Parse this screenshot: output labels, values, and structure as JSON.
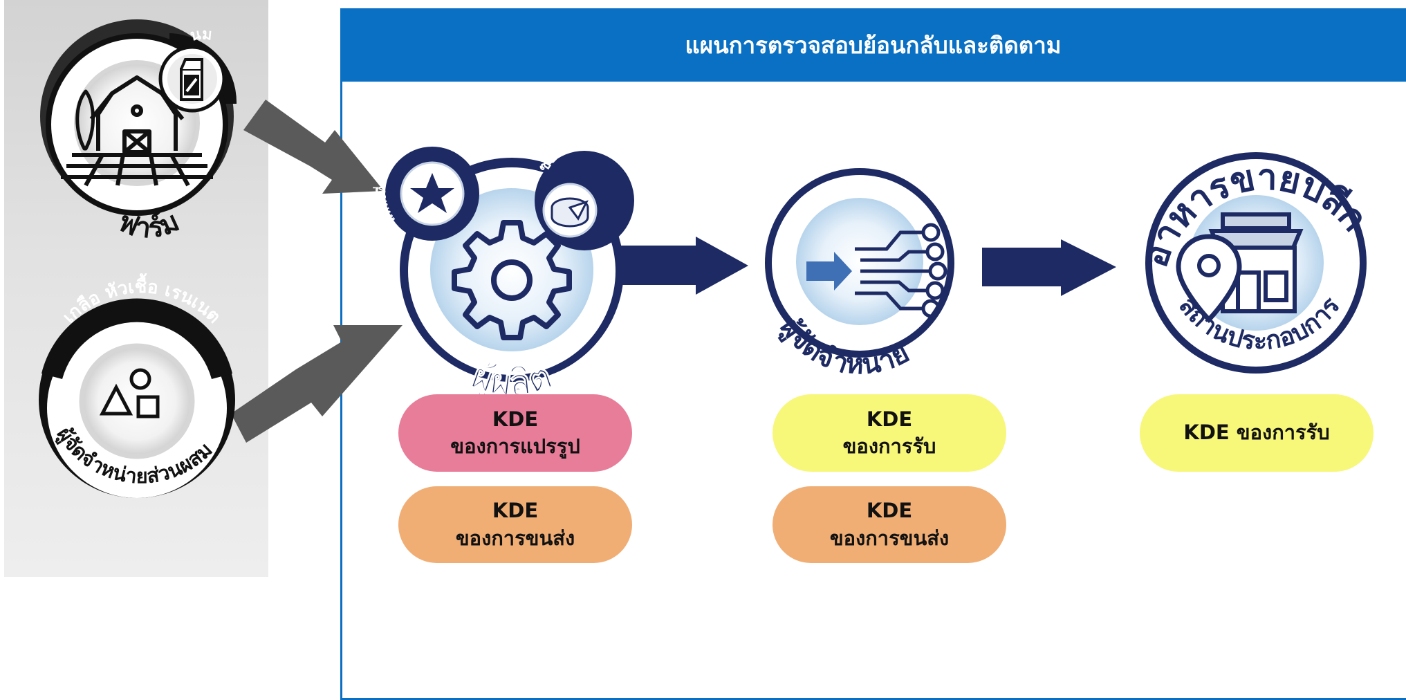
{
  "title": "แผนการตรวจสอบย้อนกลับและติดตาม",
  "colors": {
    "banner": "#0a70c3",
    "navy": "#1d2a63",
    "arrow_gray": "#5a5a5a",
    "pink": "#e87d99",
    "orange": "#f0ae75",
    "yellow": "#f7f77a"
  },
  "sources": {
    "farm": {
      "label": "ฟาร์ม",
      "badge": "นม",
      "icon": "barn-icon",
      "badge_icon": "milk-carton-icon"
    },
    "ingredient_supplier": {
      "label": "ผู้จัดจำหน่ายส่วนผสม",
      "badge": "เกลือ หัวเชื้อ เรนเนต",
      "icon": "shapes-icon"
    }
  },
  "stages": {
    "producer": {
      "label": "ผู้ผลิต",
      "badge_left": "แหล่งที่มาของ TLC",
      "badge_right": "ซอฟต์ชีส",
      "icon": "gear-icon",
      "badge_left_icon": "star-icon",
      "badge_right_icon": "cheese-icon"
    },
    "distributor": {
      "label": "ผู้จัดจำหน่าย",
      "icon": "network-arrow-icon"
    },
    "retail": {
      "label_top": "อาหารขายปลีก",
      "label_bottom": "สถานประกอบการ",
      "icon": "storefront-icon",
      "pin_icon": "location-pin-icon"
    }
  },
  "kde": {
    "producer_transform": {
      "line1": "KDE",
      "line2": "ของการแปรรูป"
    },
    "producer_shipping": {
      "line1": "KDE",
      "line2": "ของการขนส่ง"
    },
    "distributor_receiving": {
      "line1": "KDE",
      "line2": "ของการรับ"
    },
    "distributor_shipping": {
      "line1": "KDE",
      "line2": "ของการขนส่ง"
    },
    "retail_receiving": {
      "text": "KDE ของการรับ"
    }
  }
}
